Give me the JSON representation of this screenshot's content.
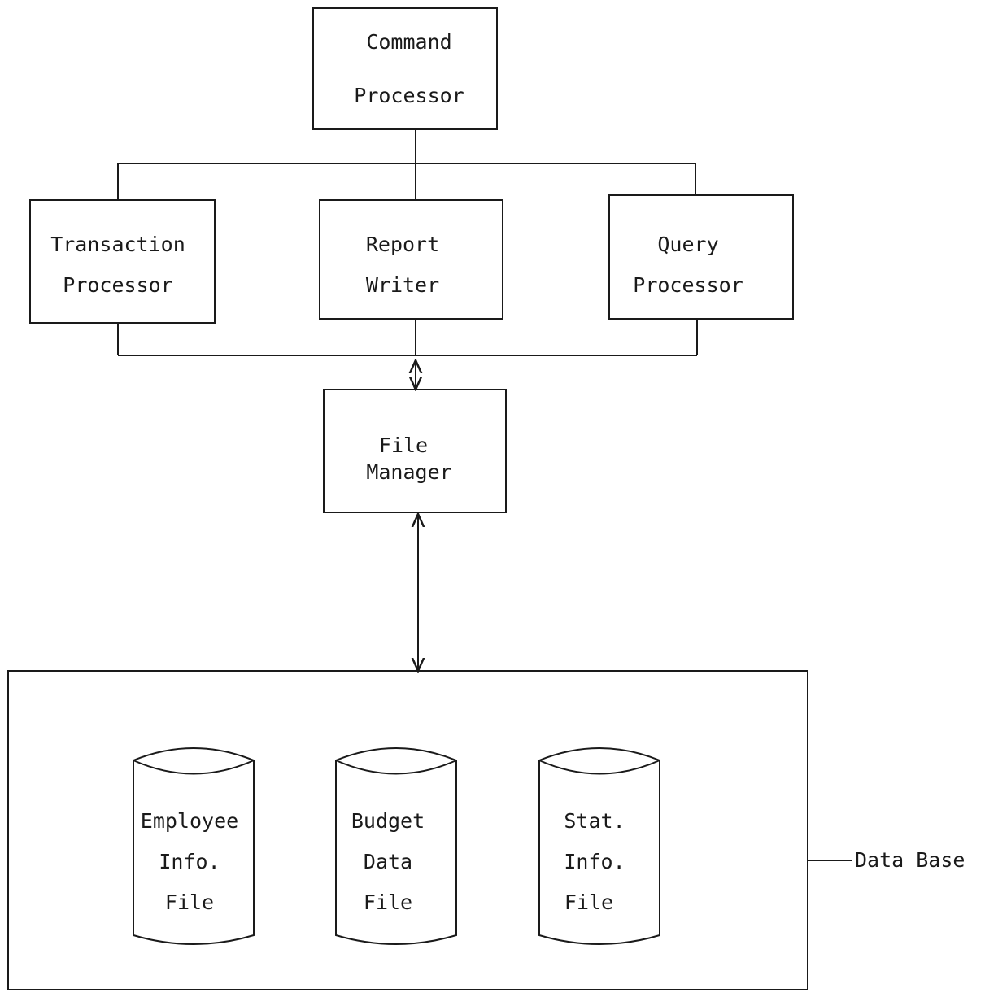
{
  "nodes": {
    "command_processor": {
      "lines": [
        "Command",
        "Processor"
      ]
    },
    "transaction_processor": {
      "lines": [
        "Transaction",
        "Processor"
      ]
    },
    "report_writer": {
      "lines": [
        "Report",
        "Writer"
      ]
    },
    "query_processor": {
      "lines": [
        "Query",
        "Processor"
      ]
    },
    "file_manager": {
      "lines": [
        "File",
        "Manager"
      ]
    }
  },
  "files": [
    {
      "lines": [
        "Employee",
        "Info.",
        "File"
      ]
    },
    {
      "lines": [
        "Budget",
        "Data",
        "File"
      ]
    },
    {
      "lines": [
        "Stat.",
        "Info.",
        "File"
      ]
    }
  ],
  "database_label": "Data Base"
}
